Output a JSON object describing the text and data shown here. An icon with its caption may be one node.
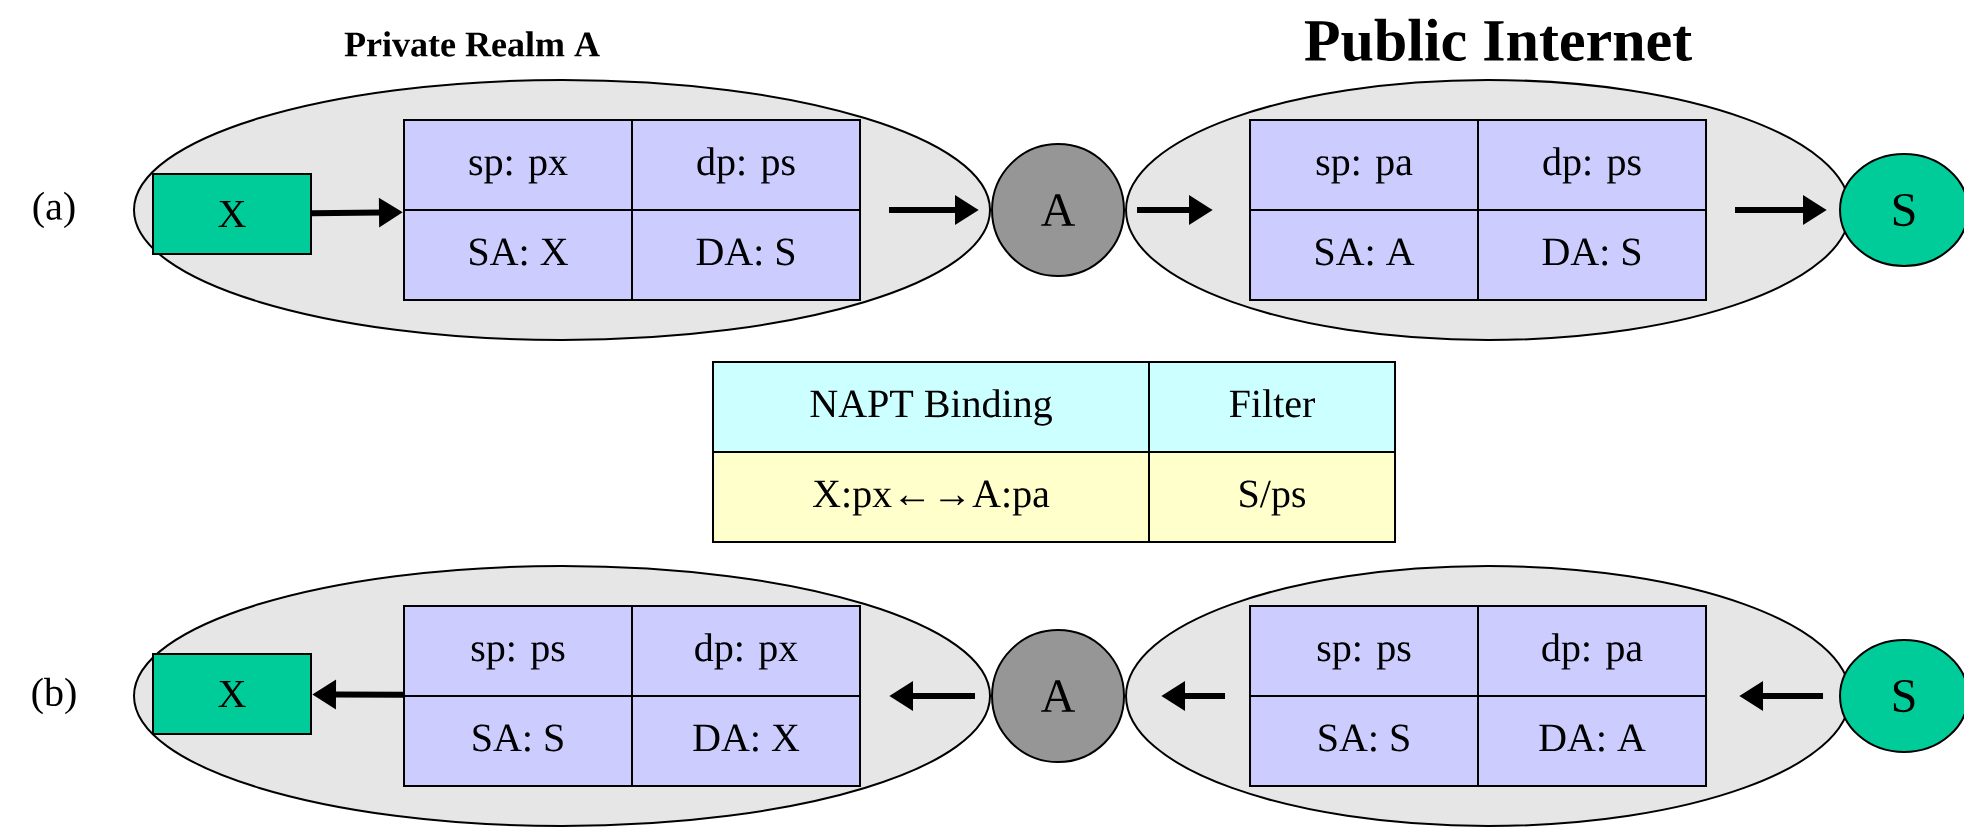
{
  "diagram": {
    "nodes": [
      {
        "text": [
          "Private Realm A"
        ]
      },
      {
        "text": [
          "X"
        ],
        "in": 0
      },
      {
        "text": [
          "sp: px",
          "dp: ps",
          "SA: X",
          "DA: S"
        ],
        "in": 0
      },
      {
        "text": [
          "A"
        ]
      },
      {
        "text": [
          "Public Internet"
        ]
      },
      {
        "text": [
          "sp: pa",
          "dp: ps",
          "SA: A",
          "DA: S"
        ],
        "in": 4
      },
      {
        "text": [
          "S"
        ]
      },
      {
        "text": [
          "NAPT Binding",
          "Filter",
          "X:px←→A:pa",
          "S/ps"
        ]
      },
      {
        "text": [],
        "shape": "ellipse"
      },
      {
        "text": [
          "X"
        ],
        "in": 8
      },
      {
        "text": [
          "sp: ps",
          "dp: px",
          "SA: S",
          "DA: X"
        ],
        "in": 8
      },
      {
        "text": [
          "A"
        ]
      },
      {
        "text": [],
        "shape": "ellipse"
      },
      {
        "text": [
          "sp: ps",
          "dp: pa",
          "SA: S",
          "DA: A"
        ],
        "in": 12
      },
      {
        "text": [
          "S"
        ]
      }
    ],
    "edges": [
      {
        "from": 1,
        "to": 2,
        "arrow": "to"
      },
      {
        "from": 2,
        "to": 3,
        "arrow": "to"
      },
      {
        "from": 3,
        "to": 5,
        "arrow": "to"
      },
      {
        "from": 5,
        "to": 6,
        "arrow": "to"
      },
      {
        "from": 14,
        "to": 13,
        "arrow": "to"
      },
      {
        "from": 13,
        "to": 11,
        "arrow": "to"
      },
      {
        "from": 11,
        "to": 10,
        "arrow": "to"
      },
      {
        "from": 10,
        "to": 9,
        "arrow": "to"
      }
    ],
    "labels": [
      "(a)",
      "(b)"
    ]
  }
}
